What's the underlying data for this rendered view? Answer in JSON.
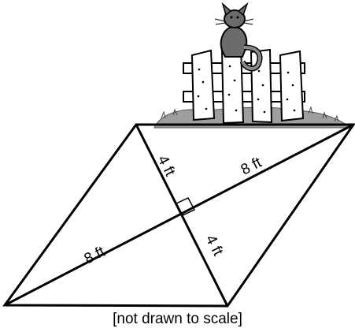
{
  "diagram": {
    "labels": {
      "upper_diagonal_half": "8 ft",
      "lower_diagonal_half": "8 ft",
      "upper_short_half": "4 ft",
      "lower_short_half": "4 ft"
    },
    "caption": "[not drawn to scale]",
    "illustration": "cat-on-fence-icon"
  }
}
